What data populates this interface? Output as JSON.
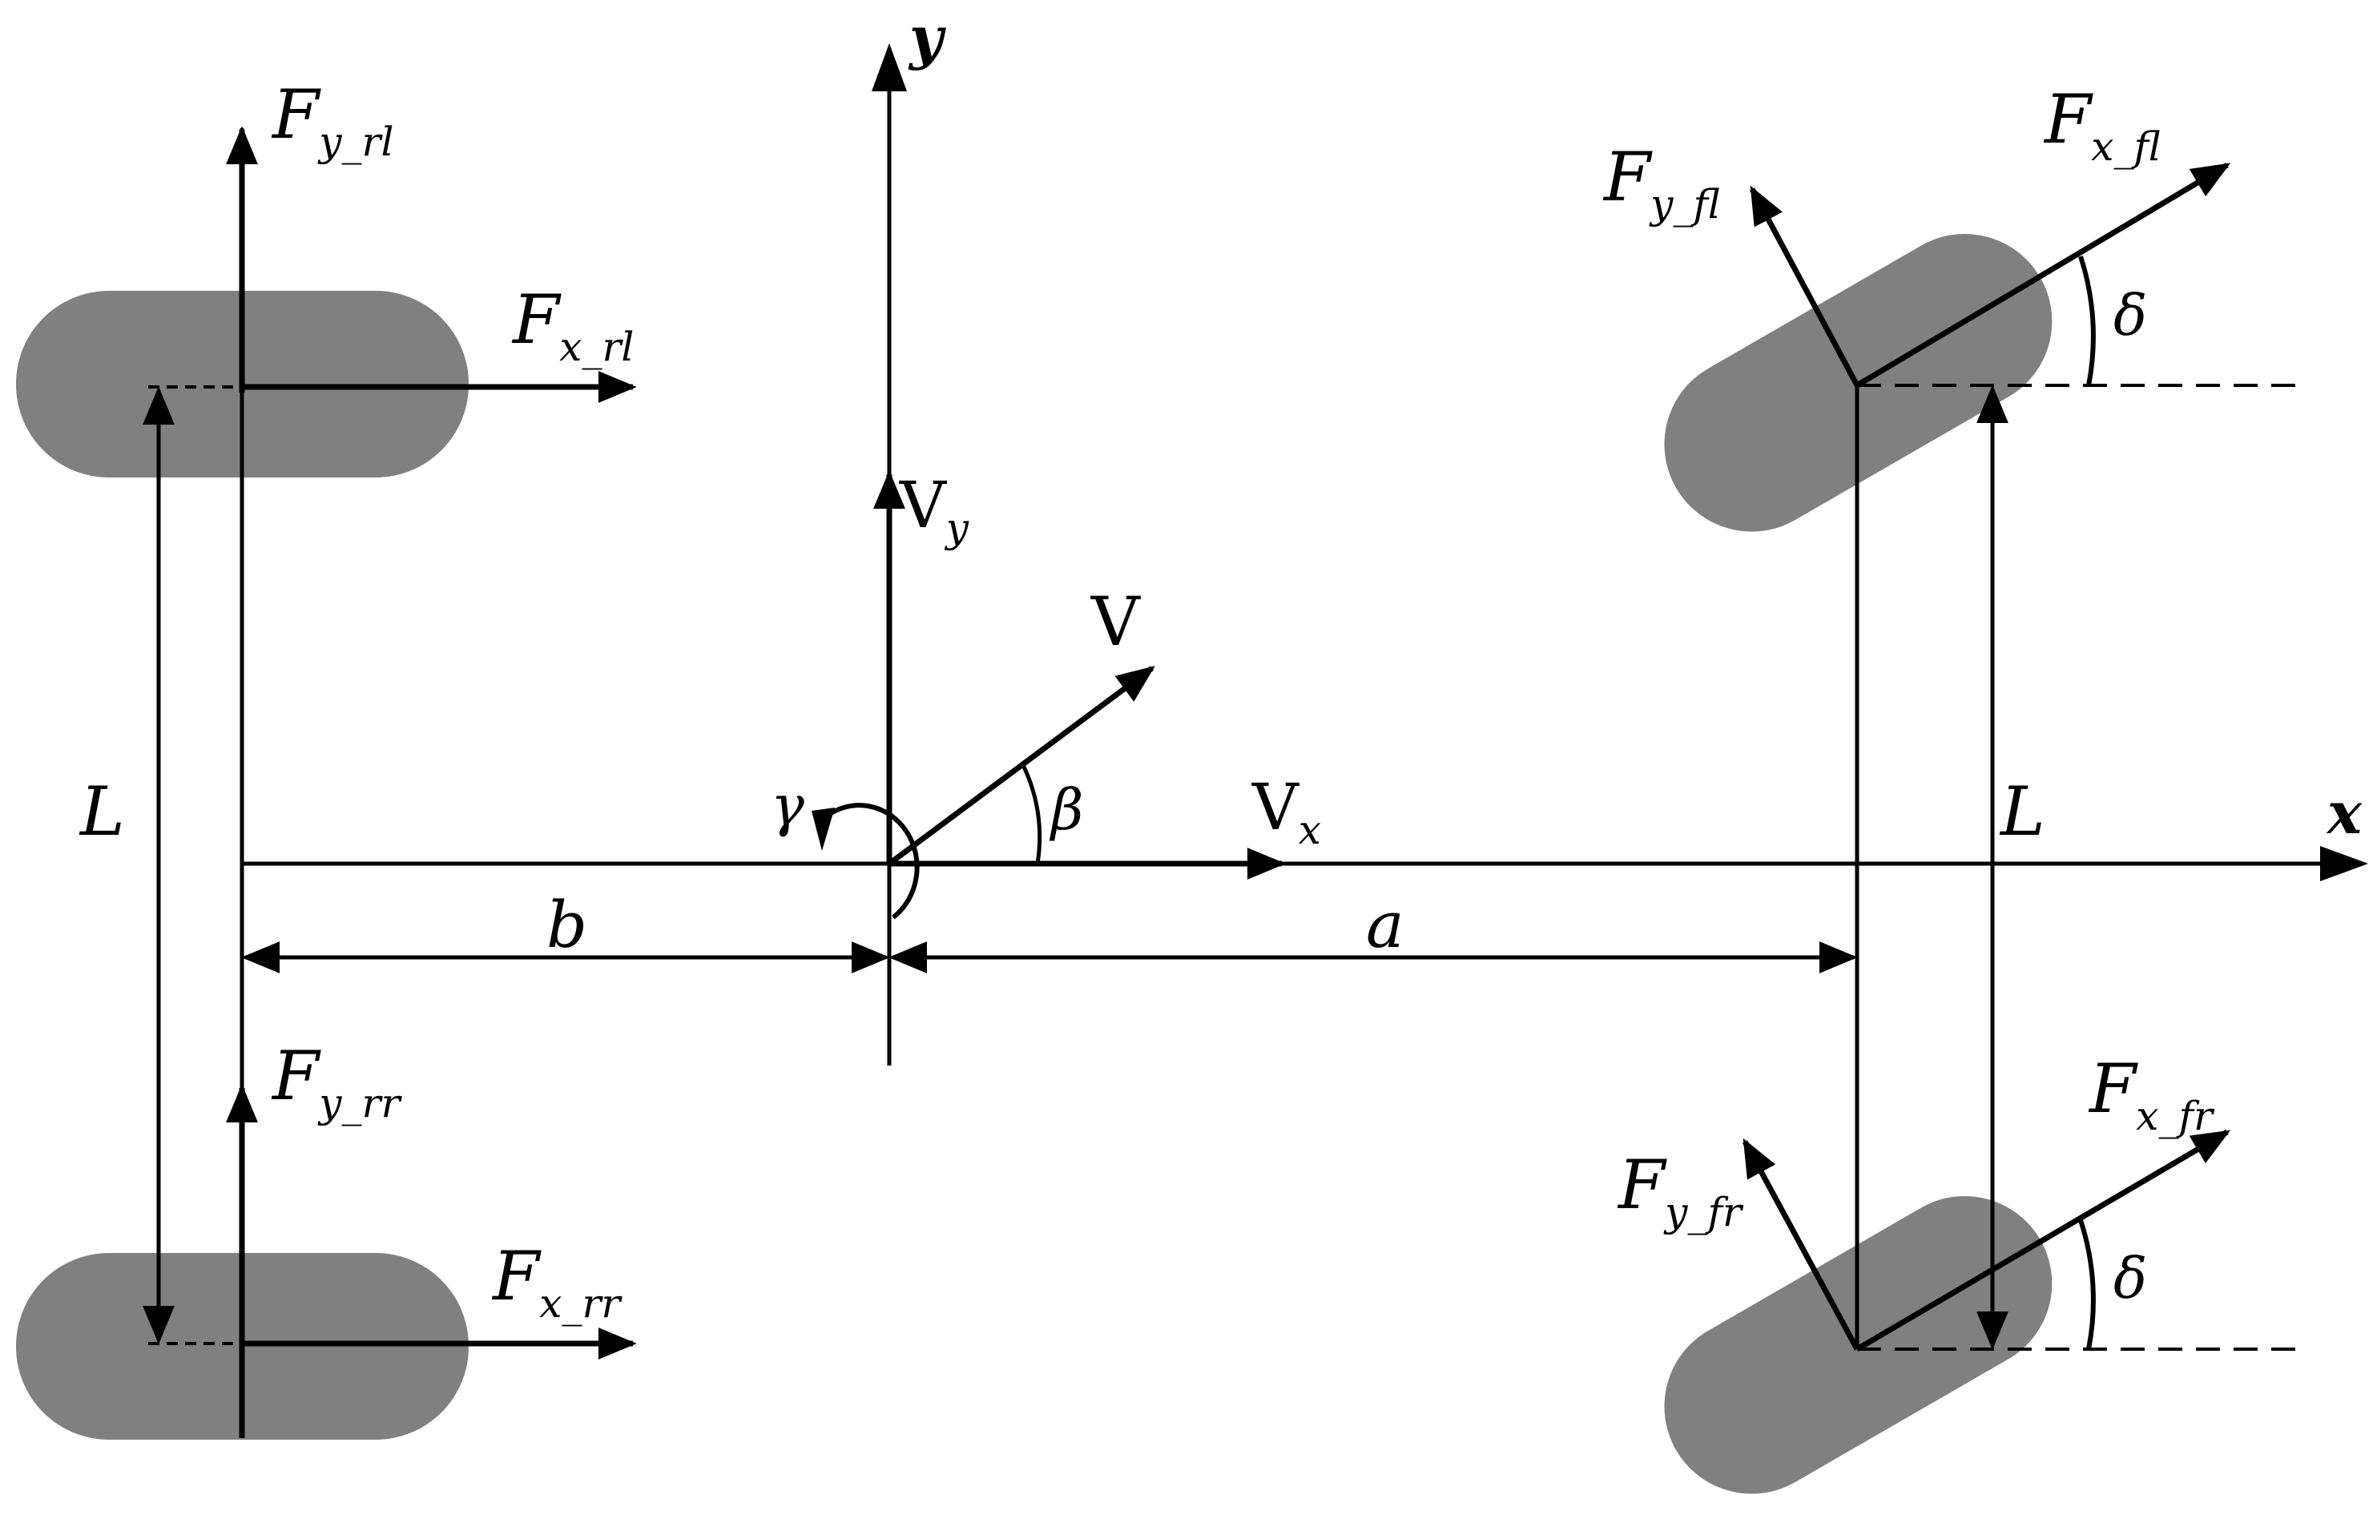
{
  "diagram": {
    "axes": {
      "x": "x",
      "y": "y"
    },
    "rear_left": {
      "fy": {
        "sym": "F",
        "sub": "y_rl"
      },
      "fx": {
        "sym": "F",
        "sub": "x_rl"
      }
    },
    "rear_right": {
      "fy": {
        "sym": "F",
        "sub": "y_rr"
      },
      "fx": {
        "sym": "F",
        "sub": "x_rr"
      }
    },
    "front_left": {
      "fy": {
        "sym": "F",
        "sub": "y_fl"
      },
      "fx": {
        "sym": "F",
        "sub": "x_fl"
      },
      "angle": "δ"
    },
    "front_right": {
      "fy": {
        "sym": "F",
        "sub": "y_fr"
      },
      "fx": {
        "sym": "F",
        "sub": "x_fr"
      },
      "angle": "δ"
    },
    "velocity": {
      "v": "V",
      "vx": {
        "sym": "V",
        "sub": "x"
      },
      "vy": {
        "sym": "V",
        "sub": "y"
      },
      "slip_angle": "β",
      "yaw_rate": "γ"
    },
    "dimensions": {
      "a": "a",
      "b": "b",
      "track_rear": "L",
      "track_front": "L"
    },
    "colors": {
      "ink": "#000000",
      "wheel": "#808080",
      "background": "#ffffff"
    }
  }
}
